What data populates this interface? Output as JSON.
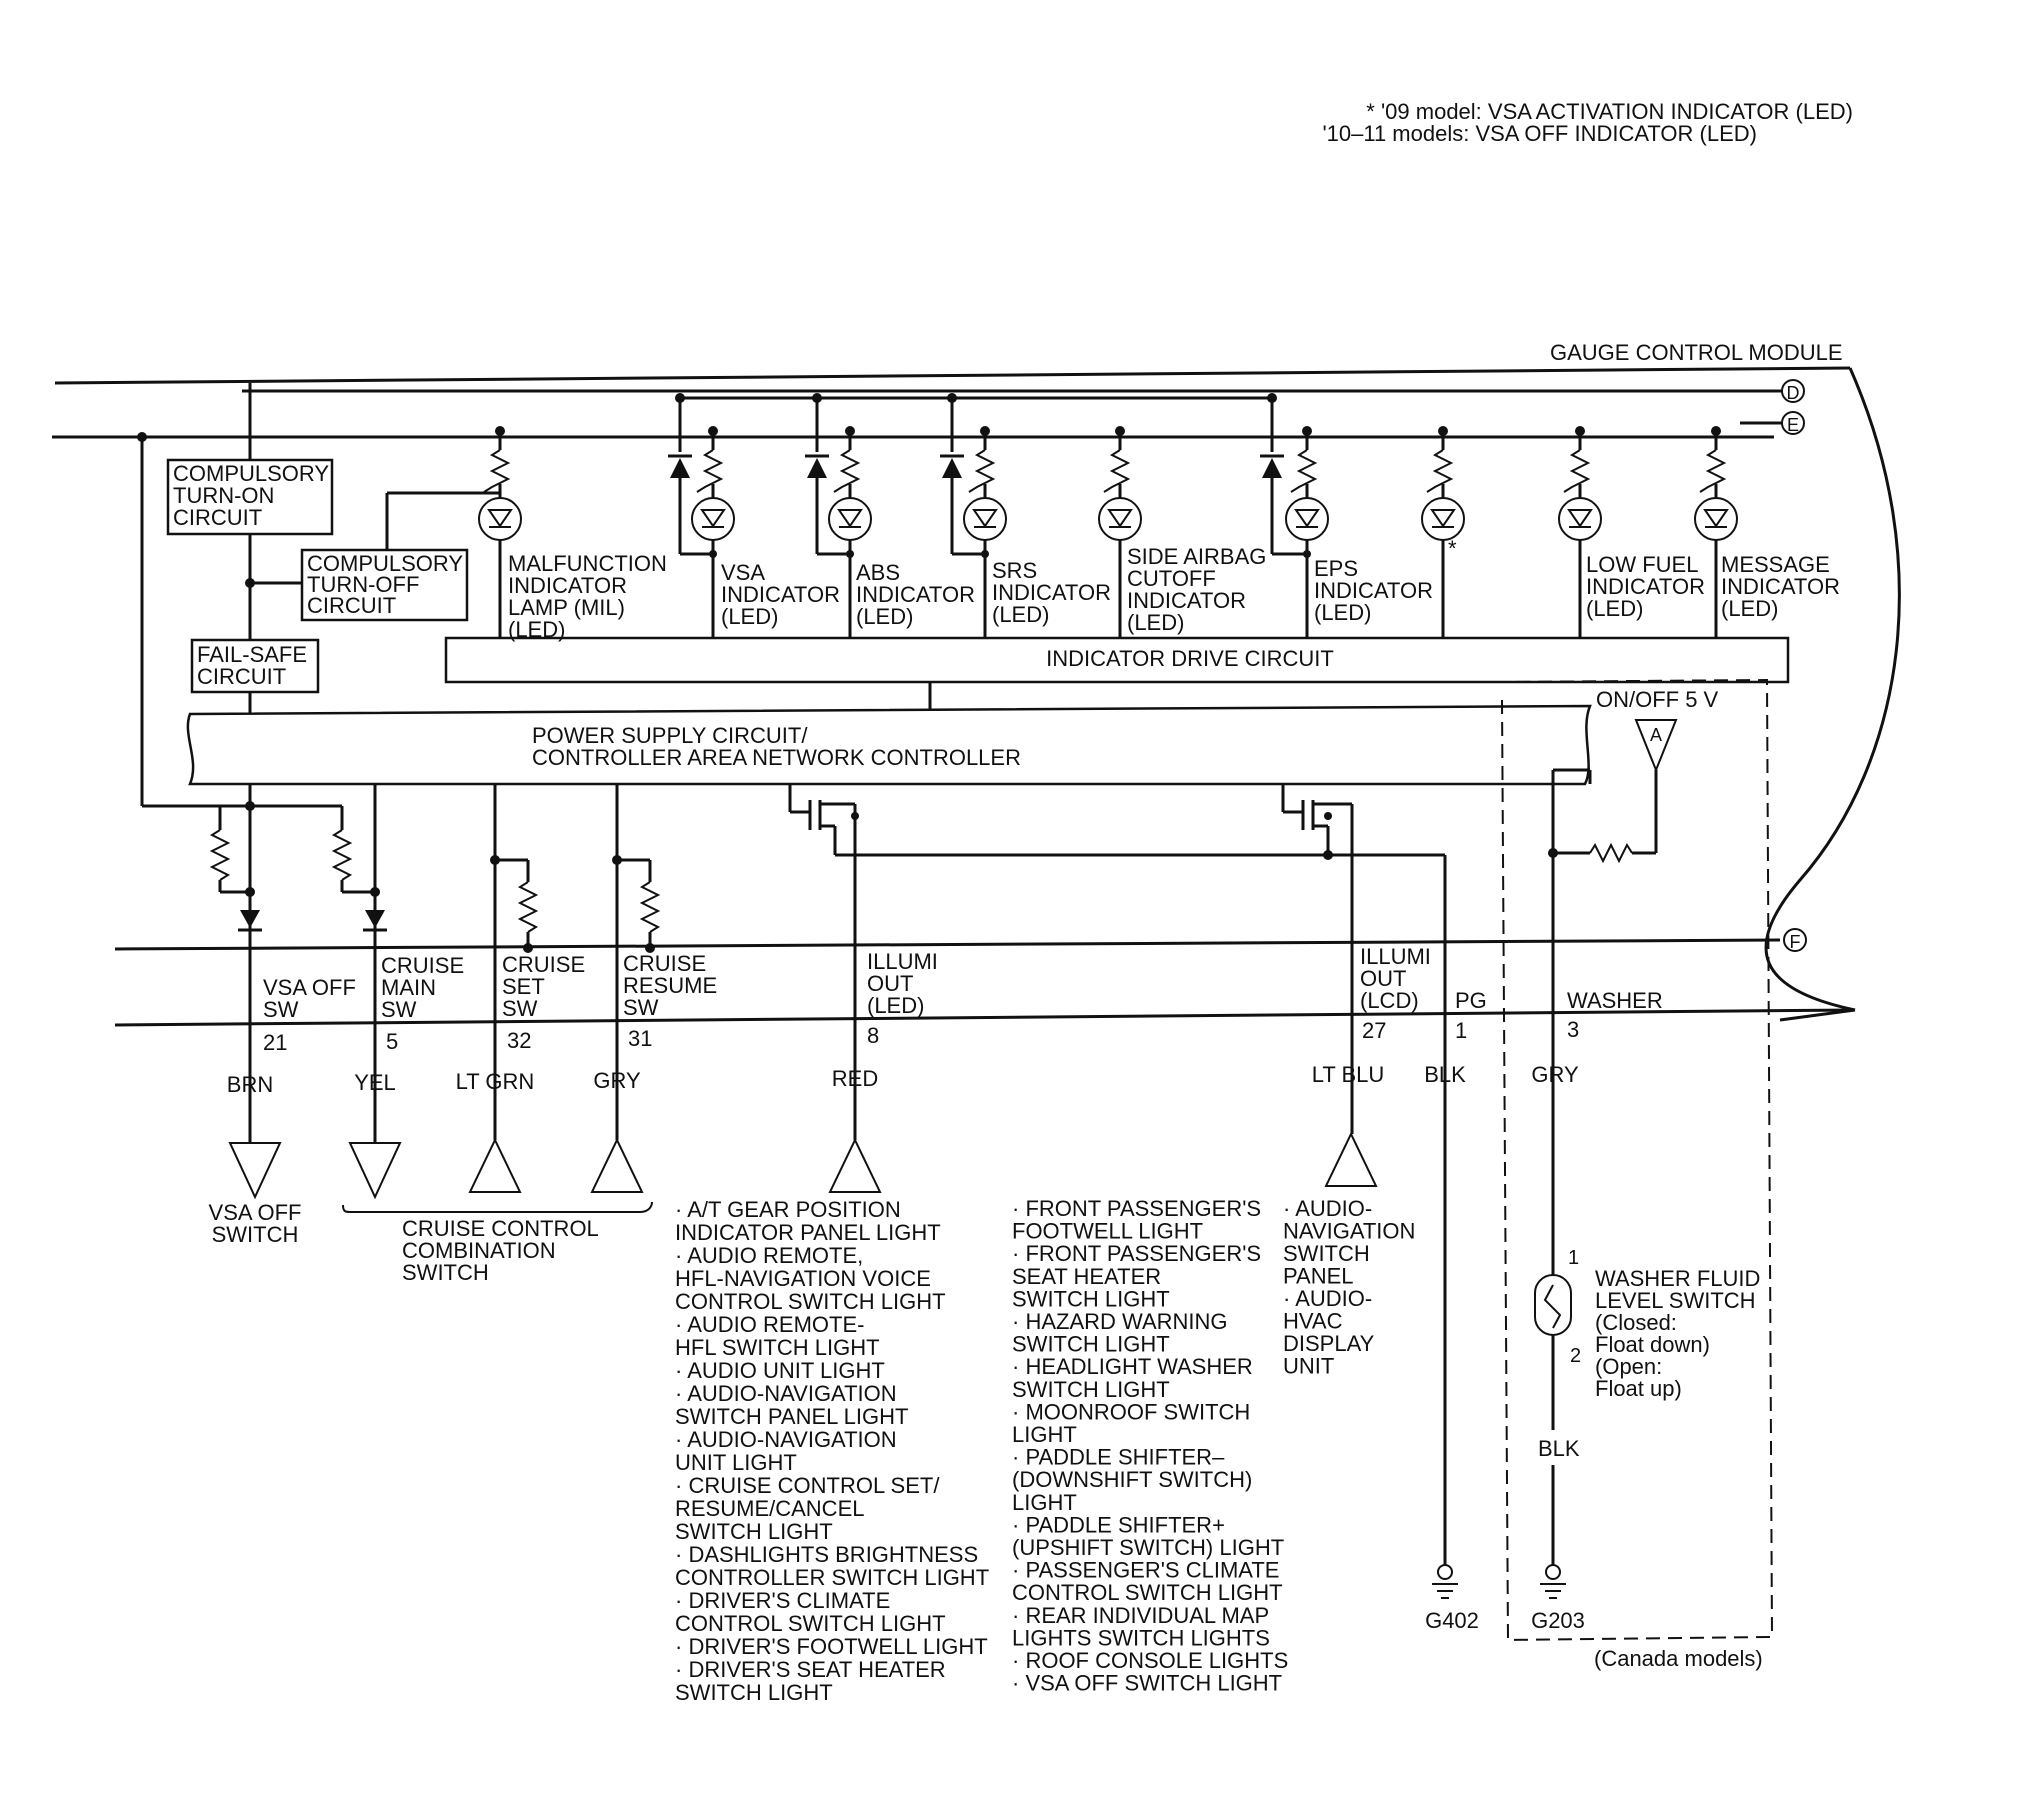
{
  "footnote": {
    "line1": "* '09 model: VSA ACTIVATION INDICATOR (LED)",
    "line2": "'10–11 models: VSA OFF INDICATOR (LED)"
  },
  "module_title": "GAUGE CONTROL MODULE",
  "terminals": {
    "d": "D",
    "e": "E",
    "f": "F",
    "a": "A"
  },
  "boxes": {
    "turn_on": [
      "COMPULSORY",
      "TURN-ON",
      "CIRCUIT"
    ],
    "turn_off": [
      "COMPULSORY",
      "TURN-OFF",
      "CIRCUIT"
    ],
    "fail_safe": [
      "FAIL-SAFE",
      "CIRCUIT"
    ],
    "drive": "INDICATOR DRIVE CIRCUIT",
    "power": [
      "POWER SUPPLY CIRCUIT/",
      "CONTROLLER AREA NETWORK CONTROLLER"
    ]
  },
  "on_off": "ON/OFF 5 V",
  "asterisk": "*",
  "indicators": [
    [
      "MALFUNCTION",
      "INDICATOR",
      "LAMP (MIL)",
      "(LED)"
    ],
    [
      "VSA",
      "INDICATOR",
      "(LED)"
    ],
    [
      "ABS",
      "INDICATOR",
      "(LED)"
    ],
    [
      "SRS",
      "INDICATOR",
      "(LED)"
    ],
    [
      "SIDE AIRBAG",
      "CUTOFF",
      "INDICATOR",
      "(LED)"
    ],
    [
      "EPS",
      "INDICATOR",
      "(LED)"
    ],
    [
      "LOW FUEL",
      "INDICATOR",
      "(LED)"
    ],
    [
      "MESSAGE",
      "INDICATOR",
      "(LED)"
    ]
  ],
  "pins": [
    {
      "label": [
        "VSA OFF",
        "SW"
      ],
      "pin": "21",
      "wire": "BRN"
    },
    {
      "label": [
        "CRUISE",
        "MAIN",
        "SW"
      ],
      "pin": "5",
      "wire": "YEL"
    },
    {
      "label": [
        "CRUISE",
        "SET",
        "SW"
      ],
      "pin": "32",
      "wire": "LT GRN"
    },
    {
      "label": [
        "CRUISE",
        "RESUME",
        "SW"
      ],
      "pin": "31",
      "wire": "GRY"
    },
    {
      "label": [
        "ILLUMI",
        "OUT",
        "(LED)"
      ],
      "pin": "8",
      "wire": "RED"
    },
    {
      "label": [
        "ILLUMI",
        "OUT",
        "(LCD)"
      ],
      "pin": "27",
      "wire": "LT BLU"
    },
    {
      "label": [
        "PG"
      ],
      "pin": "1",
      "wire": "BLK"
    },
    {
      "label": [
        "WASHER"
      ],
      "pin": "3",
      "wire": "GRY"
    }
  ],
  "vsa_switch": [
    "VSA OFF",
    "SWITCH"
  ],
  "cruise_switch": [
    "CRUISE CONTROL",
    "COMBINATION",
    "SWITCH"
  ],
  "list_red": [
    "· A/T GEAR POSITION",
    "INDICATOR PANEL LIGHT",
    "· AUDIO REMOTE,",
    "HFL-NAVIGATION VOICE",
    "CONTROL SWITCH LIGHT",
    "· AUDIO REMOTE-",
    "HFL SWITCH LIGHT",
    "· AUDIO UNIT LIGHT",
    "· AUDIO-NAVIGATION",
    "SWITCH PANEL LIGHT",
    "· AUDIO-NAVIGATION",
    "UNIT LIGHT",
    "· CRUISE CONTROL SET/",
    "RESUME/CANCEL",
    "SWITCH LIGHT",
    "· DASHLIGHTS BRIGHTNESS",
    "CONTROLLER SWITCH LIGHT",
    "· DRIVER'S CLIMATE",
    "CONTROL SWITCH LIGHT",
    "· DRIVER'S FOOTWELL LIGHT",
    "· DRIVER'S SEAT HEATER",
    "SWITCH LIGHT"
  ],
  "list_mid": [
    "· FRONT PASSENGER'S",
    "FOOTWELL LIGHT",
    "· FRONT PASSENGER'S",
    "SEAT HEATER",
    "SWITCH LIGHT",
    "· HAZARD WARNING",
    "SWITCH LIGHT",
    "· HEADLIGHT WASHER",
    "SWITCH LIGHT",
    "· MOONROOF SWITCH",
    "LIGHT",
    "· PADDLE SHIFTER–",
    "(DOWNSHIFT SWITCH)",
    "LIGHT",
    "· PADDLE SHIFTER+",
    "(UPSHIFT SWITCH) LIGHT",
    "· PASSENGER'S CLIMATE",
    "CONTROL SWITCH LIGHT",
    "· REAR INDIVIDUAL MAP",
    "LIGHTS SWITCH LIGHTS",
    "· ROOF CONSOLE LIGHTS",
    "· VSA OFF SWITCH LIGHT"
  ],
  "list_lcd": [
    "· AUDIO-",
    "NAVIGATION",
    "SWITCH",
    "PANEL",
    "· AUDIO-",
    "HVAC",
    "DISPLAY",
    "UNIT"
  ],
  "washer_switch": [
    "WASHER FLUID",
    "LEVEL SWITCH",
    "(Closed:",
    "Float down)",
    "(Open:",
    "Float up)"
  ],
  "switch_pins": [
    "1",
    "2"
  ],
  "wire_blk": "BLK",
  "grounds": [
    "G402",
    "G203"
  ],
  "canada": "(Canada models)"
}
